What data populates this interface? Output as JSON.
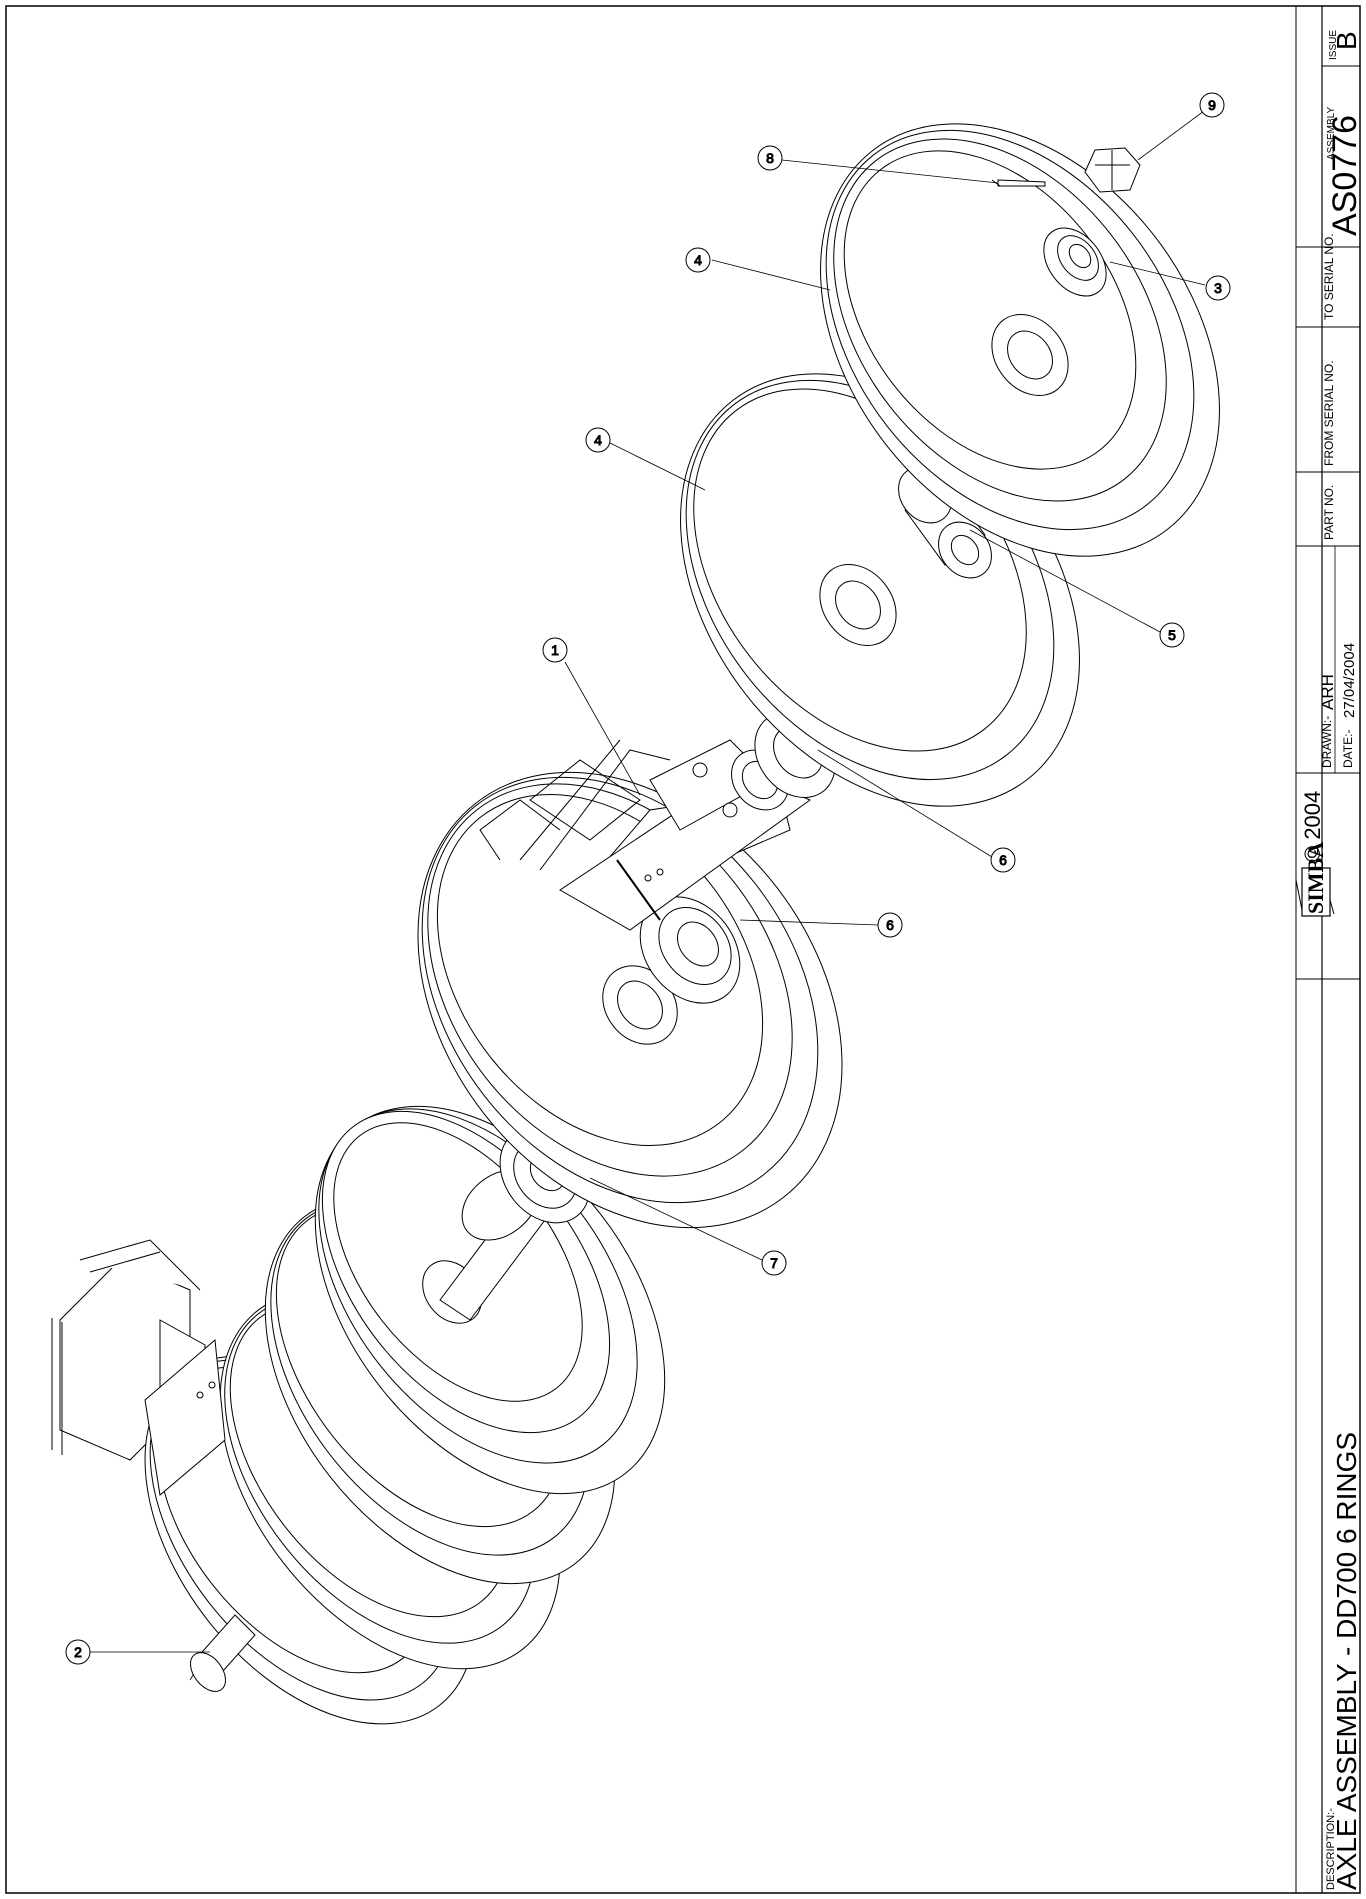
{
  "title_block": {
    "description_label": "DESCRIPTION:-",
    "description": "AXLE ASSEMBLY - DD700 6 RINGS",
    "logo_text": "SIMBA",
    "copyright": "© 2004",
    "drawn_label": "DRAWN:-",
    "drawn_by": "ARH",
    "date_label": "DATE:-",
    "date": "27/04/2004",
    "part_no_label": "PART NO.",
    "from_serial_label": "FROM SERIAL NO.",
    "to_serial_label": "TO SERIAL NO.",
    "assembly_label": "ASSEMBLY",
    "assembly_no": "AS0776",
    "issue_label": "ISSUE",
    "issue": "B"
  },
  "callouts": [
    {
      "id": "callout-1",
      "number": "1"
    },
    {
      "id": "callout-2",
      "number": "2"
    },
    {
      "id": "callout-3",
      "number": "3"
    },
    {
      "id": "callout-4a",
      "number": "4"
    },
    {
      "id": "callout-4b",
      "number": "4"
    },
    {
      "id": "callout-5",
      "number": "5"
    },
    {
      "id": "callout-6a",
      "number": "6"
    },
    {
      "id": "callout-6b",
      "number": "6"
    },
    {
      "id": "callout-7",
      "number": "7"
    },
    {
      "id": "callout-8",
      "number": "8"
    },
    {
      "id": "callout-9",
      "number": "9"
    }
  ],
  "colors": {
    "line": "#000000",
    "paper": "#ffffff"
  }
}
